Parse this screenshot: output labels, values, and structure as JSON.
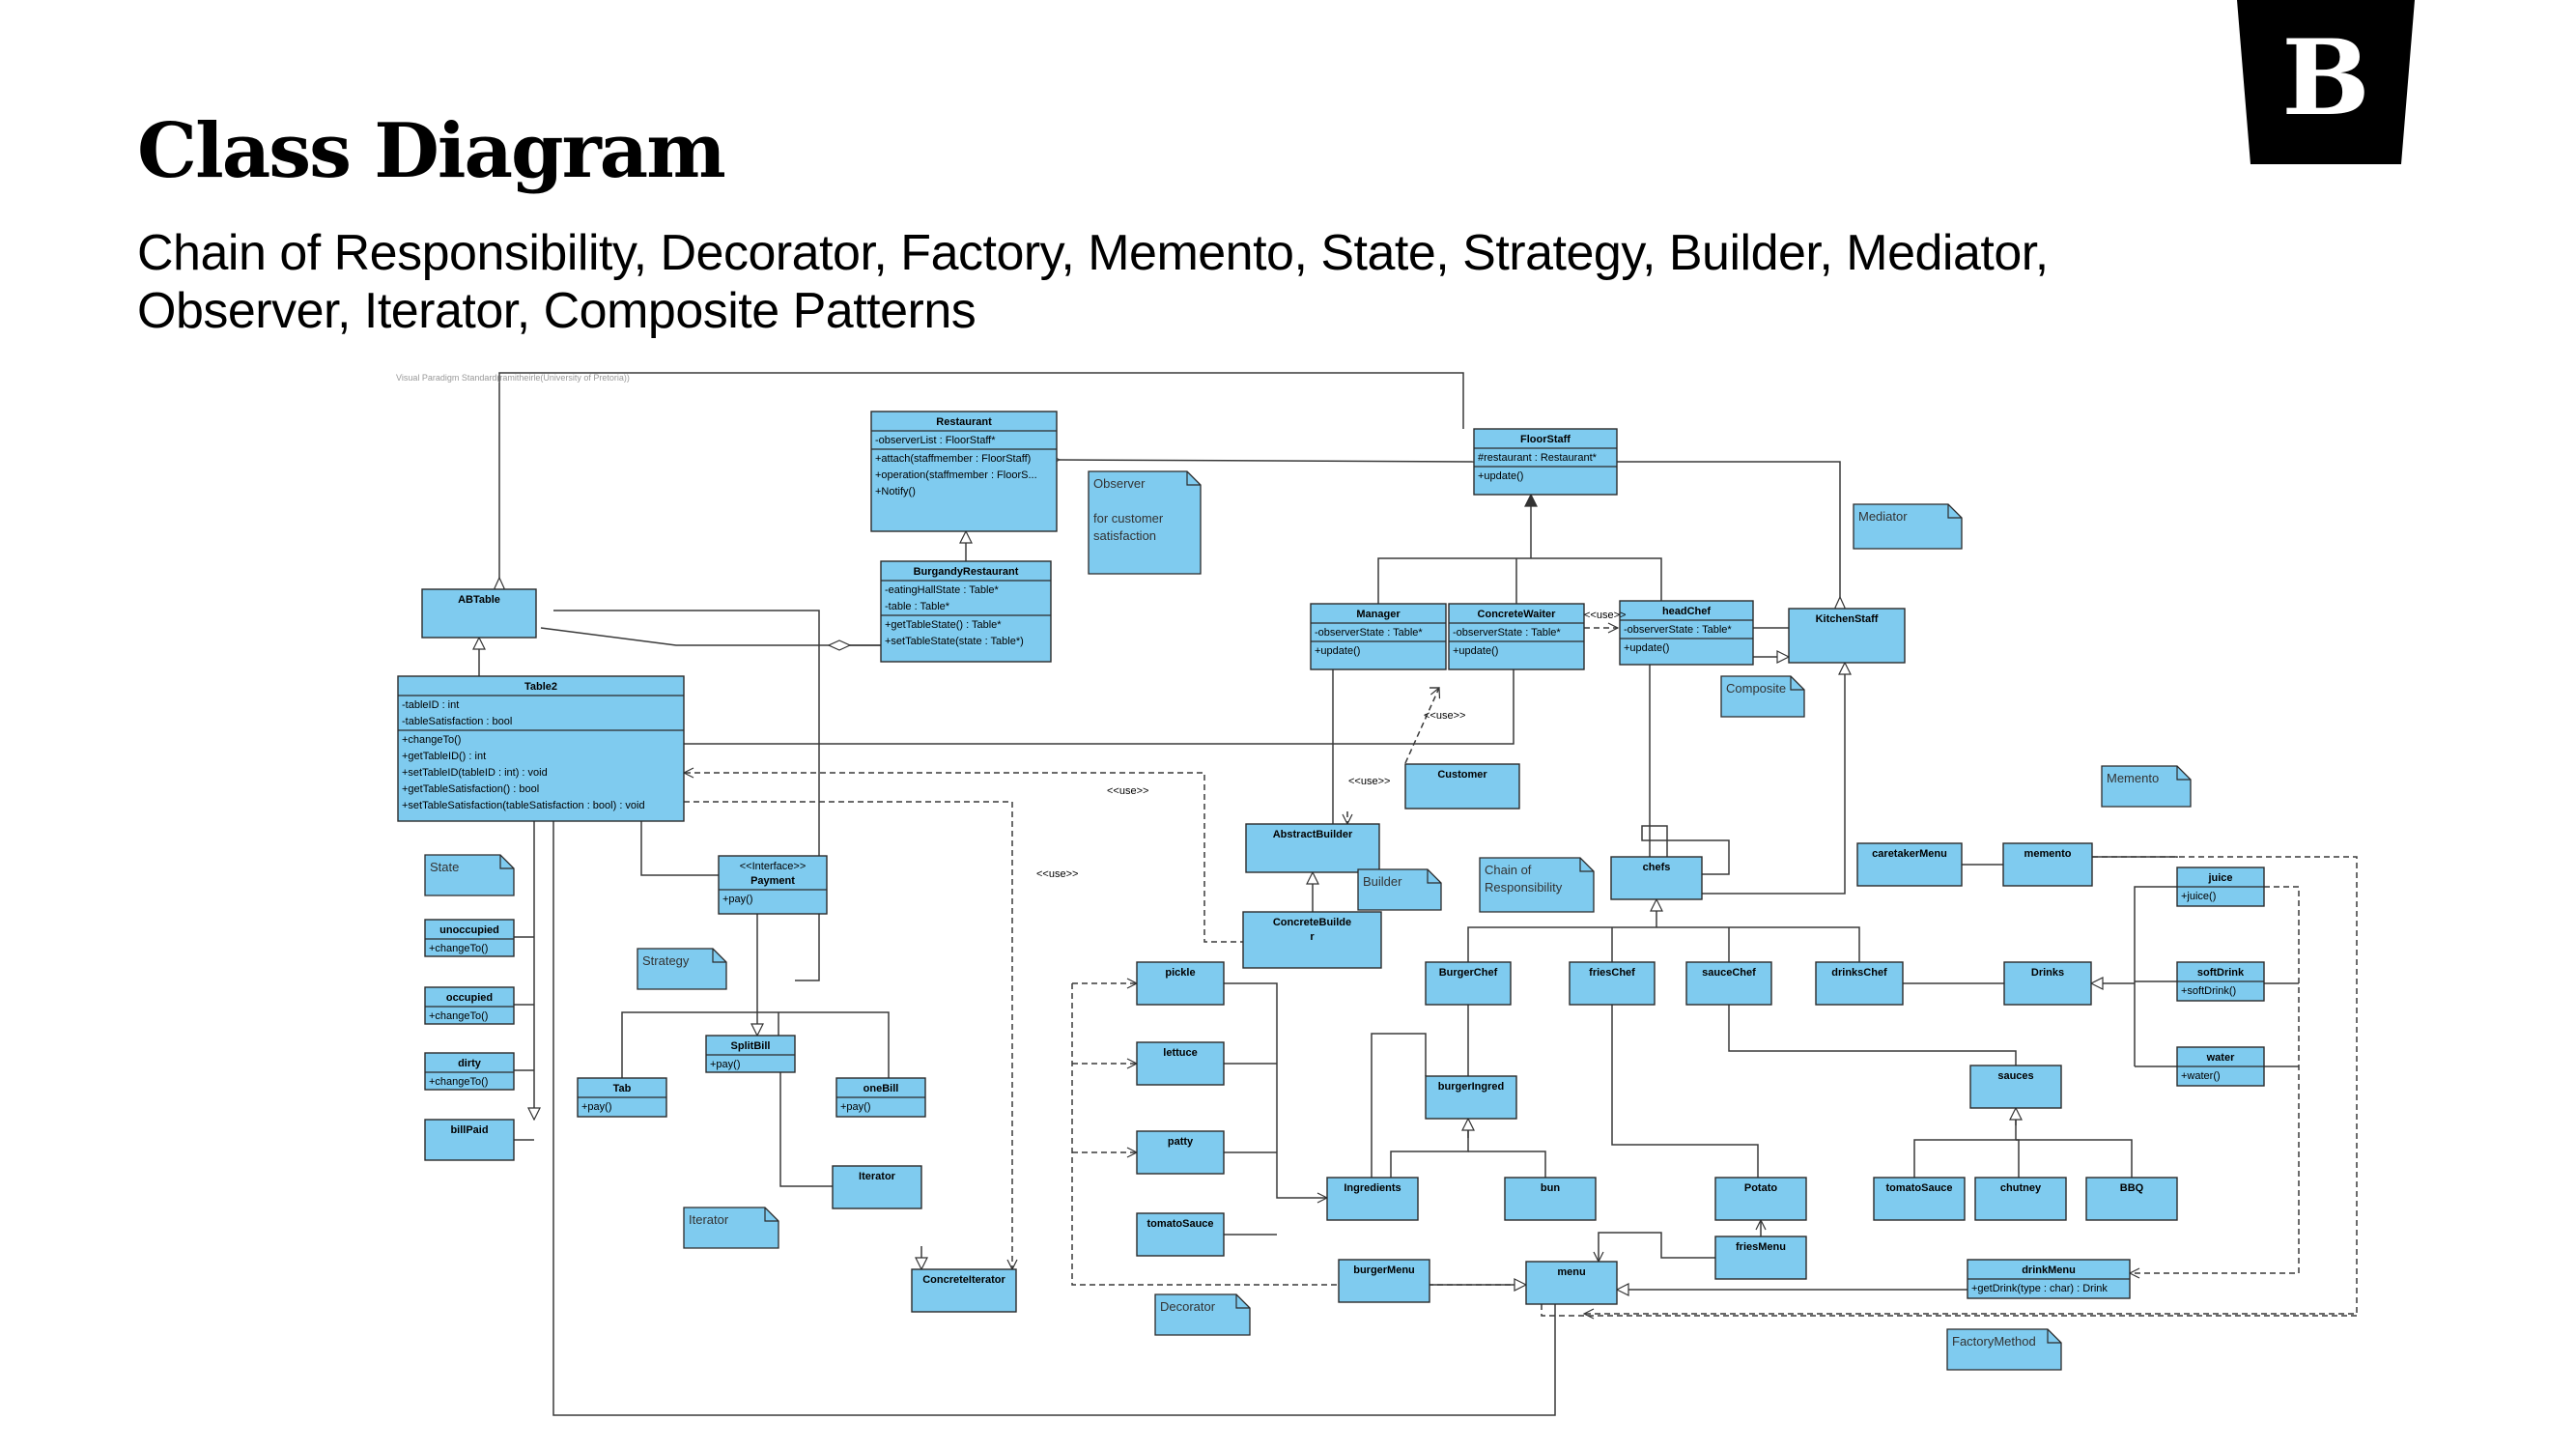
{
  "slide": {
    "title": "Class Diagram",
    "subtitle_line1": "Chain of Responsibility, Decorator, Factory, Memento, State, Strategy, Builder, Mediator,",
    "subtitle_line2": "Observer, Iterator, Composite Patterns",
    "logo_letter": "B"
  },
  "colors": {
    "class_fill": "#7fcbef",
    "class_stroke": "#2b2b2b",
    "note_fill": "#7fcbef",
    "line": "#3a3a3a"
  },
  "watermark": "Visual Paradigm Standard(ramitheirle(University of Pretoria))",
  "classes": {
    "restaurant": {
      "name": "Restaurant",
      "attrs": [
        "-observerList : FloorStaff*"
      ],
      "ops": [
        "+attach(staffmember : FloorStaff)",
        "+operation(staffmember : FloorS...",
        "+Notify()"
      ]
    },
    "burgandy": {
      "name": "BurgandyRestaurant",
      "attrs": [
        "-eatingHallState : Table*",
        "-table : Table*"
      ],
      "ops": [
        "+getTableState() : Table*",
        "+setTableState(state : Table*)"
      ]
    },
    "floorstaff": {
      "name": "FloorStaff",
      "attrs": [
        "#restaurant : Restaurant*"
      ],
      "ops": [
        "+update()"
      ]
    },
    "abtable": {
      "name": "ABTable"
    },
    "table2": {
      "name": "Table2",
      "attrs": [
        "-tableID : int",
        "-tableSatisfaction : bool"
      ],
      "ops": [
        "+changeTo()",
        "+getTableID() : int",
        "+setTableID(tableID : int) : void",
        "+getTableSatisfaction() : bool",
        "+setTableSatisfaction(tableSatisfaction : bool) : void"
      ]
    },
    "manager": {
      "name": "Manager",
      "attrs": [
        "-observerState : Table*"
      ],
      "ops": [
        "+update()"
      ]
    },
    "concretewaiter": {
      "name": "ConcreteWaiter",
      "attrs": [
        "-observerState : Table*"
      ],
      "ops": [
        "+update()"
      ]
    },
    "headchef": {
      "name": "headChef",
      "attrs": [
        "-observerState : Table*"
      ],
      "ops": [
        "+update()"
      ]
    },
    "kitchenstaff": {
      "name": "KitchenStaff"
    },
    "customer": {
      "name": "Customer"
    },
    "abstractbuilder": {
      "name": "AbstractBuilder"
    },
    "concretebuilder": {
      "name": "ConcreteBuilde",
      "name2": "r"
    },
    "payment": {
      "stereo": "<<Interface>>",
      "name": "Payment",
      "ops": [
        "+pay()"
      ]
    },
    "splitbill": {
      "name": "SplitBill",
      "ops": [
        "+pay()"
      ]
    },
    "tab": {
      "name": "Tab",
      "ops": [
        "+pay()"
      ]
    },
    "onebill": {
      "name": "oneBill",
      "ops": [
        "+pay()"
      ]
    },
    "iterator": {
      "name": "Iterator"
    },
    "concreteiterator": {
      "name": "ConcreteIterator"
    },
    "unoccupied": {
      "name": "unoccupied",
      "ops": [
        "+changeTo()"
      ]
    },
    "occupied": {
      "name": "occupied",
      "ops": [
        "+changeTo()"
      ]
    },
    "dirty": {
      "name": "dirty",
      "ops": [
        "+changeTo()"
      ]
    },
    "billpaid": {
      "name": "billPaid"
    },
    "chefs": {
      "name": "chefs"
    },
    "burgerchef": {
      "name": "BurgerChef"
    },
    "frieschef": {
      "name": "friesChef"
    },
    "saucechef": {
      "name": "sauceChef"
    },
    "drinkschef": {
      "name": "drinksChef"
    },
    "drinks": {
      "name": "Drinks"
    },
    "caretakermenu": {
      "name": "caretakerMenu"
    },
    "memento": {
      "name": "memento"
    },
    "juice": {
      "name": "juice",
      "ops": [
        "+juice()"
      ]
    },
    "softdrink": {
      "name": "softDrink",
      "ops": [
        "+softDrink()"
      ]
    },
    "water": {
      "name": "water",
      "ops": [
        "+water()"
      ]
    },
    "pickle": {
      "name": "pickle"
    },
    "lettuce": {
      "name": "lettuce"
    },
    "patty": {
      "name": "patty"
    },
    "tomatosauce_ing": {
      "name": "tomatoSauce"
    },
    "burgeringred": {
      "name": "burgerIngred"
    },
    "ingredients": {
      "name": "Ingredients"
    },
    "bun": {
      "name": "bun"
    },
    "potato": {
      "name": "Potato"
    },
    "friesmenu": {
      "name": "friesMenu"
    },
    "sauces": {
      "name": "sauces"
    },
    "tomatosauce": {
      "name": "tomatoSauce"
    },
    "chutney": {
      "name": "chutney"
    },
    "bbq": {
      "name": "BBQ"
    },
    "burgermenu": {
      "name": "burgerMenu"
    },
    "menu": {
      "name": "menu"
    },
    "drinkmenu": {
      "name": "drinkMenu",
      "ops": [
        "+getDrink(type : char) : Drink"
      ]
    }
  },
  "notes": {
    "observer": [
      "Observer",
      "",
      "for customer",
      "satisfaction"
    ],
    "mediator": [
      "Mediator"
    ],
    "composite": [
      "Composite"
    ],
    "memento": [
      "Memento"
    ],
    "builder": [
      "Builder"
    ],
    "chain": [
      "Chain of",
      "Responsibility"
    ],
    "state": [
      "State"
    ],
    "strategy": [
      "Strategy"
    ],
    "iterator": [
      "Iterator"
    ],
    "decorator": [
      "Decorator"
    ],
    "factory": [
      "FactoryMethod"
    ]
  },
  "labels": {
    "use1": "<<use>>",
    "use2": "<<use>>",
    "use3": "<<use>>",
    "use4": "<<use>>",
    "use5": "<<use>>"
  }
}
